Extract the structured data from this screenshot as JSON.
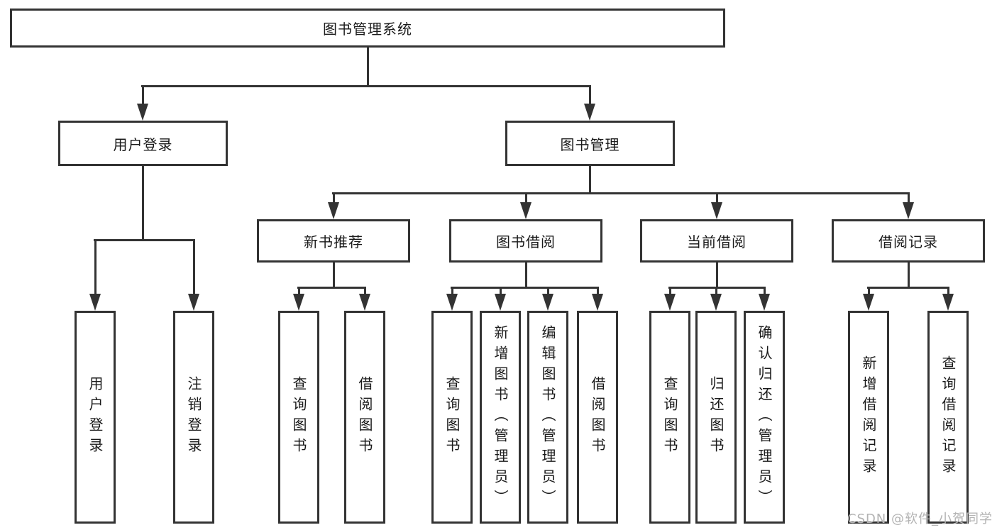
{
  "diagram": {
    "root": {
      "label": "图书管理系统"
    },
    "level2": [
      {
        "label": "用户登录"
      },
      {
        "label": "图书管理"
      }
    ],
    "level3": [
      {
        "label": "新书推荐",
        "parent": "图书管理"
      },
      {
        "label": "图书借阅",
        "parent": "图书管理"
      },
      {
        "label": "当前借阅",
        "parent": "图书管理"
      },
      {
        "label": "借阅记录",
        "parent": "图书管理"
      }
    ],
    "leaves": [
      {
        "label": "用户登录",
        "parent": "用户登录"
      },
      {
        "label": "注销登录",
        "parent": "用户登录"
      },
      {
        "label": "查询图书",
        "parent": "新书推荐"
      },
      {
        "label": "借阅图书",
        "parent": "新书推荐"
      },
      {
        "label": "查询图书",
        "parent": "图书借阅"
      },
      {
        "label": "新增图书（管理员）",
        "parent": "图书借阅"
      },
      {
        "label": "编辑图书（管理员）",
        "parent": "图书借阅"
      },
      {
        "label": "借阅图书",
        "parent": "图书借阅"
      },
      {
        "label": "查询图书",
        "parent": "当前借阅"
      },
      {
        "label": "归还图书",
        "parent": "当前借阅"
      },
      {
        "label": "确认归还（管理员）",
        "parent": "当前借阅"
      },
      {
        "label": "新增借阅记录",
        "parent": "借阅记录"
      },
      {
        "label": "查询借阅记录",
        "parent": "借阅记录"
      }
    ],
    "watermark": "CSDN @软件_小贺同学",
    "colors": {
      "line": "#333333",
      "text": "#1a1a1a",
      "background": "#ffffff",
      "watermark": "#b3b3b3"
    }
  }
}
